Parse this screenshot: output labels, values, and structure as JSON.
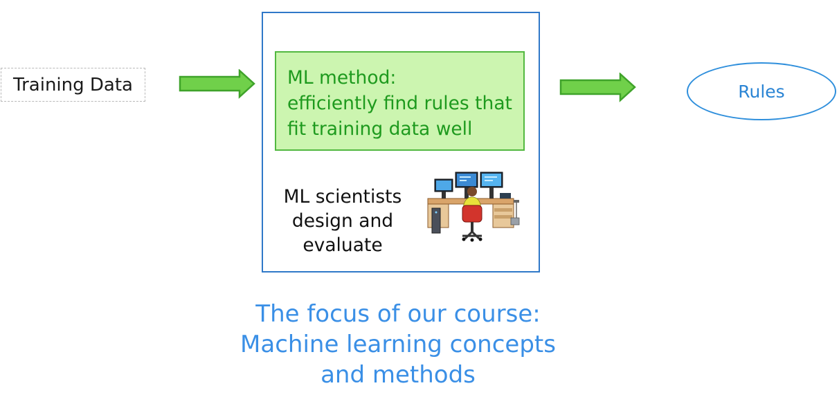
{
  "input": {
    "label": "Training Data"
  },
  "method": {
    "lines": [
      "ML method:",
      "efficiently find rules that",
      "fit training data well"
    ]
  },
  "scientists": {
    "lines": [
      "ML scientists",
      "design and",
      "evaluate"
    ],
    "illustration_icon": "scientist-at-workstation-icon"
  },
  "output": {
    "label": "Rules"
  },
  "focus": {
    "lines": [
      "The focus of our course:",
      "Machine learning concepts",
      "and methods"
    ]
  },
  "colors": {
    "box_border": "#2f78c8",
    "method_fill": "#ccf5b0",
    "method_border": "#52b840",
    "method_text": "#1e9a1e",
    "arrow_fill": "#70d04a",
    "arrow_stroke": "#3fa32a",
    "rules_text": "#2a84d4",
    "focus_text": "#3a8fe6"
  }
}
